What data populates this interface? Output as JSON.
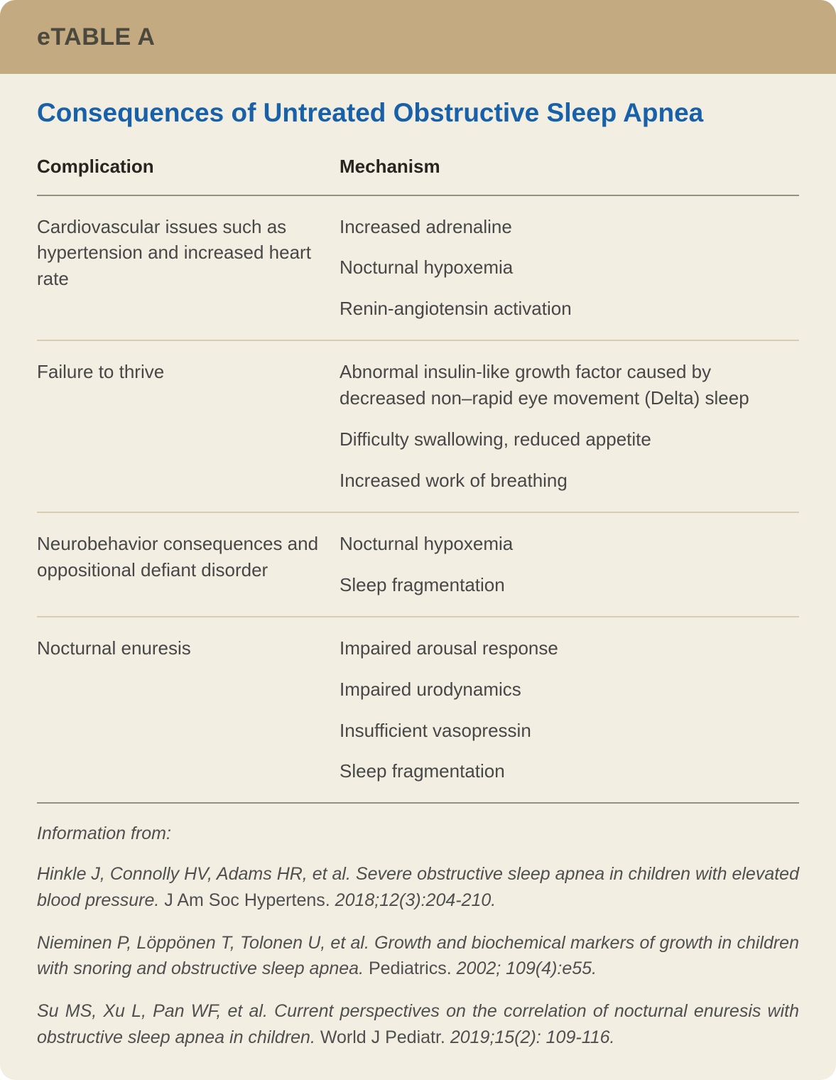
{
  "banner": {
    "label": "eTABLE A"
  },
  "title": "Consequences of Untreated Obstructive Sleep Apnea",
  "table": {
    "headers": {
      "complication": "Complication",
      "mechanism": "Mechanism"
    },
    "rows": [
      {
        "complication": "Cardiovascular issues such as hypertension and increased heart rate",
        "mechanisms": [
          "Increased adrenaline",
          "Nocturnal hypoxemia",
          "Renin-angiotensin activation"
        ]
      },
      {
        "complication": "Failure to thrive",
        "mechanisms": [
          "Abnormal insulin-like growth factor caused by decreased non–rapid eye movement (Delta) sleep",
          "Difficulty swallowing, reduced appetite",
          "Increased work of breathing"
        ]
      },
      {
        "complication": "Neurobehavior consequences and oppositional defiant disorder",
        "mechanisms": [
          "Nocturnal hypoxemia",
          "Sleep fragmentation"
        ]
      },
      {
        "complication": "Nocturnal enuresis",
        "mechanisms": [
          "Impaired arousal response",
          "Impaired urodynamics",
          "Insufficient vasopressin",
          "Sleep fragmentation"
        ]
      }
    ]
  },
  "footer": {
    "intro": "Information from:",
    "references": [
      {
        "authors_title": "Hinkle J, Connolly HV, Adams HR, et al. Severe obstructive sleep apnea in children with elevated blood pressure.",
        "journal": "J Am Soc Hypertens.",
        "citation": "2018;12(3):204-210."
      },
      {
        "authors_title": "Nieminen P, Löppönen T, Tolonen U, et al. Growth and biochemical markers of growth in children with snoring and obstructive sleep apnea.",
        "journal": "Pediatrics.",
        "citation": "2002; 109(4):e55."
      },
      {
        "authors_title": "Su MS, Xu L, Pan WF, et al. Current perspectives on the correlation of nocturnal enuresis with obstructive sleep apnea in children.",
        "journal": "World J Pediatr.",
        "citation": "2019;15(2): 109-116."
      }
    ]
  },
  "colors": {
    "banner_tan": "#c3aa80",
    "body_cream": "#f2eee2",
    "title_blue": "#1861a8",
    "dark_rule": "#96907f",
    "light_rule": "#d8cdb2"
  }
}
